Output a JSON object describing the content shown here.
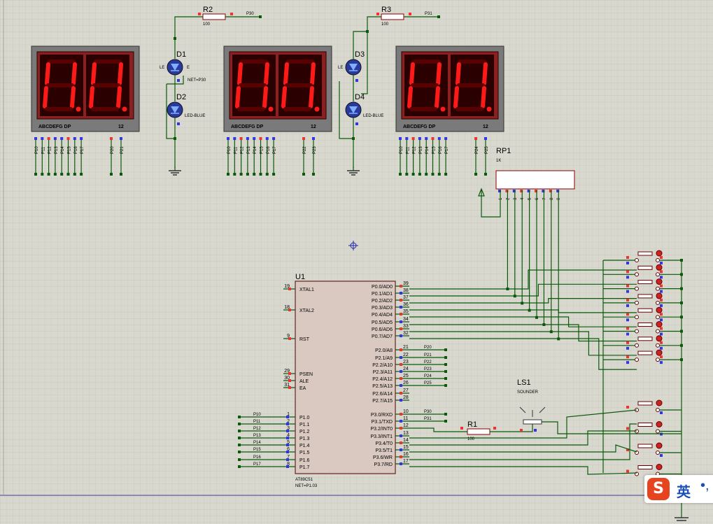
{
  "schematic": {
    "resistors": [
      {
        "ref": "R2",
        "value": "100",
        "net": "P30"
      },
      {
        "ref": "R3",
        "value": "100",
        "net": "P31"
      },
      {
        "ref": "R1",
        "value": "100"
      }
    ],
    "leds": [
      {
        "ref": "D1",
        "type": "LED-BLUE",
        "net_label": "NET=P30"
      },
      {
        "ref": "D2",
        "type": "LED-BLUE"
      },
      {
        "ref": "D3",
        "type": "LED-BLUE"
      },
      {
        "ref": "D4",
        "type": "LED-BLUE"
      }
    ],
    "displays": [
      {
        "segment_label": "ABCDEFG DP",
        "digit_label": "12",
        "pins": [
          "P10",
          "P11",
          "P12",
          "P13",
          "P14",
          "P15",
          "P16",
          "P17",
          "P20",
          "P21"
        ]
      },
      {
        "segment_label": "ABCDEFG DP",
        "digit_label": "12",
        "pins": [
          "P10",
          "P11",
          "P12",
          "P13",
          "P14",
          "P15",
          "P16",
          "P17",
          "P22",
          "P23"
        ]
      },
      {
        "segment_label": "ABCDEFG DP",
        "digit_label": "12",
        "pins": [
          "P10",
          "P11",
          "P12",
          "P13",
          "P14",
          "P15",
          "P16",
          "P17",
          "P24",
          "P25"
        ]
      }
    ],
    "resistor_pack": {
      "ref": "RP1",
      "value": "1K",
      "pins": [
        "1",
        "2",
        "3",
        "4",
        "5",
        "6",
        "7",
        "8",
        "9"
      ]
    },
    "mcu": {
      "ref": "U1",
      "part": "AT89C51",
      "net_label": "NET=P1.03",
      "left_pins": [
        {
          "num": "19",
          "name": "XTAL1"
        },
        {
          "num": "18",
          "name": "XTAL2"
        },
        {
          "num": "9",
          "name": "RST"
        },
        {
          "num": "29",
          "name": "PSEN"
        },
        {
          "num": "30",
          "name": "ALE"
        },
        {
          "num": "31",
          "name": "EA"
        },
        {
          "num": "1",
          "name": "P1.0",
          "net": "P10"
        },
        {
          "num": "2",
          "name": "P1.1",
          "net": "P11"
        },
        {
          "num": "3",
          "name": "P1.2",
          "net": "P12"
        },
        {
          "num": "4",
          "name": "P1.3",
          "net": "P13"
        },
        {
          "num": "5",
          "name": "P1.4",
          "net": "P14"
        },
        {
          "num": "6",
          "name": "P1.5",
          "net": "P15"
        },
        {
          "num": "7",
          "name": "P1.6",
          "net": "P16"
        },
        {
          "num": "8",
          "name": "P1.7",
          "net": "P17"
        }
      ],
      "right_pins": [
        {
          "num": "39",
          "name": "P0.0/AD0"
        },
        {
          "num": "38",
          "name": "P0.1/AD1"
        },
        {
          "num": "37",
          "name": "P0.2/AD2"
        },
        {
          "num": "36",
          "name": "P0.3/AD3"
        },
        {
          "num": "35",
          "name": "P0.4/AD4"
        },
        {
          "num": "34",
          "name": "P0.5/AD5"
        },
        {
          "num": "33",
          "name": "P0.6/AD6"
        },
        {
          "num": "32",
          "name": "P0.7/AD7"
        },
        {
          "num": "21",
          "name": "P2.0/A8",
          "net": "P20"
        },
        {
          "num": "22",
          "name": "P2.1/A9",
          "net": "P21"
        },
        {
          "num": "23",
          "name": "P2.2/A10",
          "net": "P22"
        },
        {
          "num": "24",
          "name": "P2.3/A11",
          "net": "P23"
        },
        {
          "num": "25",
          "name": "P2.4/A12",
          "net": "P24"
        },
        {
          "num": "26",
          "name": "P2.5/A13",
          "net": "P25"
        },
        {
          "num": "27",
          "name": "P2.6/A14"
        },
        {
          "num": "28",
          "name": "P2.7/A15"
        },
        {
          "num": "10",
          "name": "P3.0/RXD",
          "net": "P30"
        },
        {
          "num": "11",
          "name": "P3.1/TXD",
          "net": "P31"
        },
        {
          "num": "12",
          "name": "P3.2/INT0"
        },
        {
          "num": "13",
          "name": "P3.3/INT1"
        },
        {
          "num": "14",
          "name": "P3.4/T0"
        },
        {
          "num": "15",
          "name": "P3.5/T1"
        },
        {
          "num": "16",
          "name": "P3.6/WR"
        },
        {
          "num": "17",
          "name": "P3.7/RD"
        }
      ]
    },
    "sounder": {
      "ref": "LS1",
      "type": "SOUNDER"
    },
    "buttons_count": 12
  },
  "ime": {
    "logo": "S",
    "mode": "英",
    "punct": "•,"
  },
  "colors": {
    "background": "#d8d8cf",
    "wire": "#0a5a0a",
    "segment_on": "#ff1a1a",
    "segment_off": "#5a0000",
    "display_body": "#8a2020"
  }
}
